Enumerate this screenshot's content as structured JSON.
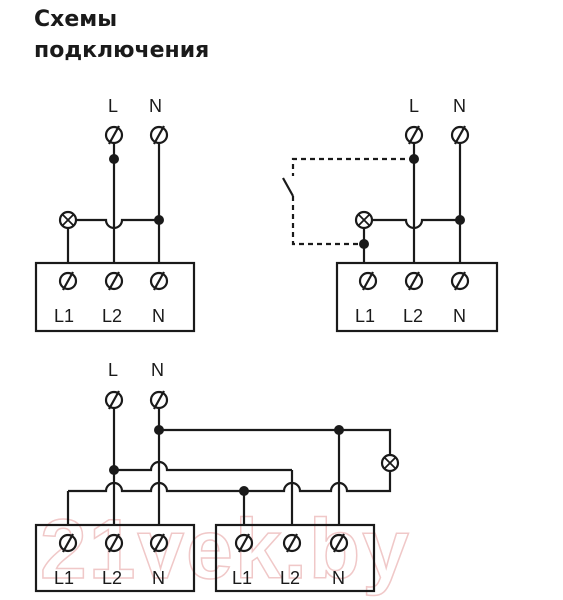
{
  "title": {
    "line1": "Схемы",
    "line2": "подключения"
  },
  "watermark": "21vek.by",
  "diagram1": {
    "supply": [
      "L",
      "N"
    ],
    "terminals": [
      "L1",
      "L2",
      "N"
    ]
  },
  "diagram2": {
    "supply": [
      "L",
      "N"
    ],
    "terminals": [
      "L1",
      "L2",
      "N"
    ]
  },
  "diagram3": {
    "supply": [
      "L",
      "N"
    ],
    "unit_a_terminals": [
      "L1",
      "L2",
      "N"
    ],
    "unit_b_terminals": [
      "L1",
      "L2",
      "N"
    ]
  }
}
